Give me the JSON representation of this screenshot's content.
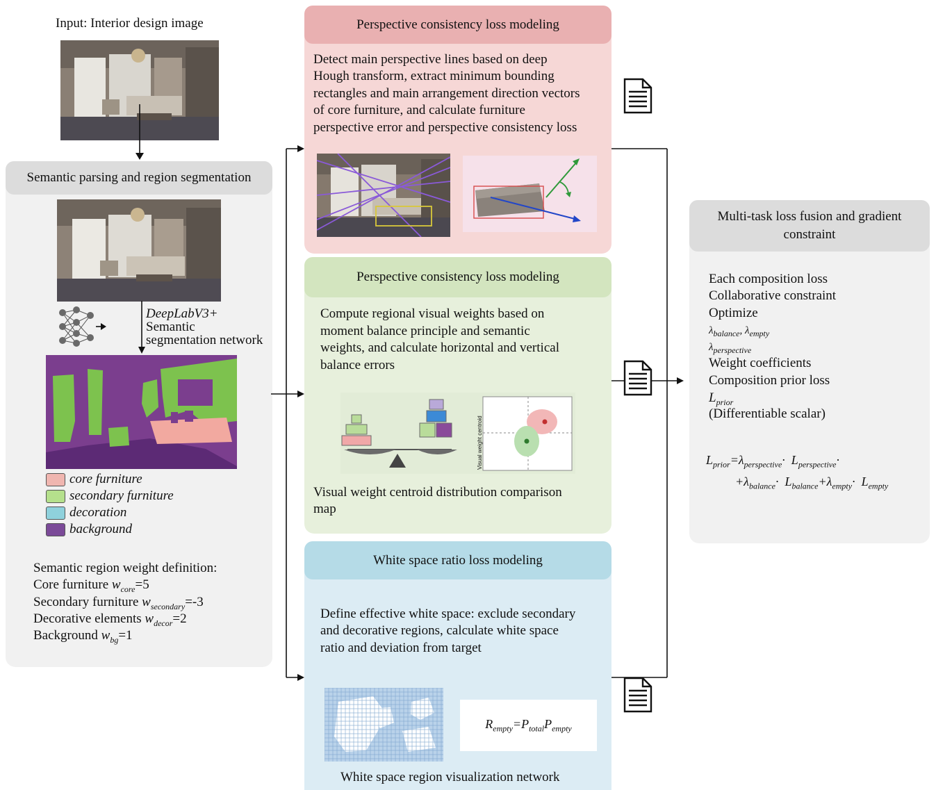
{
  "input": {
    "label": "Input: Interior design image"
  },
  "segmentation": {
    "header": "Semantic parsing and region segmentation",
    "network_label": [
      "DeepLabV3+",
      "Semantic",
      "segmentation network"
    ],
    "legend": [
      {
        "label": "core furniture",
        "color": "#f0b6b0"
      },
      {
        "label": "secondary furniture",
        "color": "#b5e08c"
      },
      {
        "label": "decoration",
        "color": "#8fd1dc"
      },
      {
        "label": "background",
        "color": "#7b4a98"
      }
    ],
    "weights_title": "Semantic region weight definition:",
    "weights": [
      {
        "prefix": "Core furniture ",
        "sym": "w",
        "sub": "core",
        "suffix": "=5"
      },
      {
        "prefix": "Secondary furniture ",
        "sym": "w",
        "sub": "secondary",
        "suffix": "=-3"
      },
      {
        "prefix": "Decorative elements ",
        "sym": "w",
        "sub": "decor",
        "suffix": "=2"
      },
      {
        "prefix": "Background ",
        "sym": "w",
        "sub": "bg",
        "suffix": "=1"
      }
    ]
  },
  "perspective": {
    "header": "Perspective consistency loss modeling",
    "description": [
      "Detect main perspective lines based on deep",
      "Hough transform, extract minimum bounding",
      "rectangles and main arrangement direction vectors",
      "of core furniture, and calculate furniture",
      "perspective error and perspective consistency loss"
    ]
  },
  "balance": {
    "header": "Perspective consistency loss modeling",
    "description": [
      "Compute regional visual weights based on",
      "moment balance principle and semantic",
      "weights, and calculate horizontal and vertical",
      "balance errors"
    ],
    "axis_label": "Visual weight centroid",
    "caption": [
      "Visual weight centroid distribution comparison",
      "map"
    ]
  },
  "whitespace": {
    "header": "White space ratio loss modeling",
    "description": [
      "Define effective white space: exclude secondary",
      "and decorative regions, calculate white space",
      "ratio and deviation from target"
    ],
    "formula": {
      "lhs": "R",
      "lhs_sub": "empty",
      "mid": "P",
      "mid_sub": "total",
      "rhs": "P",
      "rhs_sub": "empty"
    },
    "caption": "White space region visualization network"
  },
  "fusion": {
    "header": [
      "Multi-task loss fusion and gradient",
      "constraint"
    ],
    "lines": [
      "Each composition loss",
      "Collaborative constraint",
      "Optimize"
    ],
    "lambda_line_1": "λbalance, λempty",
    "lambda_line_2": "λperspective",
    "lines_after": [
      "Weight coefficients",
      "Composition prior loss"
    ],
    "l_prior": "Lprior",
    "scalar": "(Differentiable scalar)",
    "equation": "Lprior=λperspective· Lperspective +λbalance· Lbalance+λempty· Lempty"
  },
  "colors": {
    "gray_panel": "#f1f1f1",
    "gray_header": "#dcdcdc",
    "pink_panel": "#f6d7d6",
    "pink_header": "#e9b0b1",
    "green_panel": "#e7f0dc",
    "green_header": "#d3e5bf",
    "blue_panel": "#dcecf4",
    "blue_header": "#b5dbe7"
  }
}
